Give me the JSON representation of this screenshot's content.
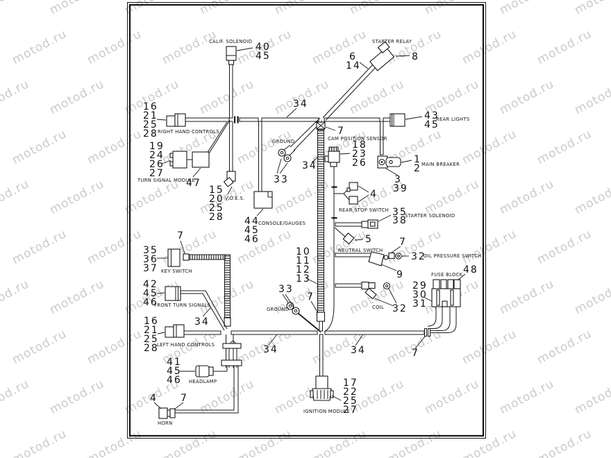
{
  "watermark": {
    "text": "motod.ru"
  },
  "colors": {
    "line": "#161616",
    "watermark": "#bdbdbd",
    "background": "#ffffff"
  },
  "labels": {
    "calif_solenoid": "CALIF. SOLENOID",
    "starter_relay": "STARTER RELAY",
    "right_hand_controls": "RIGHT HAND CONTROLS",
    "rear_lights": "REAR LIGHTS",
    "turn_signal_module": "TURN SIGNAL MODULE",
    "ground_top": "GROUND",
    "cam_position_sensor": "CAM POSITION SENSOR",
    "main_breaker": "MAIN BREAKER",
    "voes": "V.O.E.S.",
    "console_gauges": "CONSOLE/GAUGES",
    "rear_stop_switch": "REAR STOP SWITCH",
    "starter_solenoid": "STARTER SOLENOID",
    "neutral_switch": "NEUTRAL SWITCH",
    "oil_pressure_switch": "OIL PRESSURE SWITCH",
    "key_switch": "KEY SWITCH",
    "front_turn_signals": "FRONT TURN SIGNALS",
    "left_hand_controls": "LEFT HAND CONTROLS",
    "ground_bottom": "GROUND",
    "coil": "COIL",
    "fuse_block": "FUSE BLOCK",
    "headlamp": "HEADLAMP",
    "horn": "HORN",
    "ignition_module": "IGNITION MODULE"
  },
  "parts": {
    "calif_solenoid": [
      "40",
      "45"
    ],
    "starter_relay_wire": [
      "6",
      "14"
    ],
    "starter_relay": "8",
    "harness_top": "34",
    "rhc": [
      "16",
      "21",
      "25",
      "28"
    ],
    "rear_lights": [
      "43",
      "45"
    ],
    "junction_top": "7",
    "tsm": [
      "19",
      "24",
      "26",
      "27"
    ],
    "tsm_module": "47",
    "cam_sensor": [
      "18",
      "23",
      "26"
    ],
    "main_breaker_a": [
      "1",
      "2"
    ],
    "main_breaker_b": [
      "3",
      "39"
    ],
    "ground_top": "33",
    "ribbed_mid": "34",
    "voes": [
      "15",
      "20",
      "25",
      "28"
    ],
    "console": [
      "44",
      "45",
      "46"
    ],
    "rear_stop": "4",
    "starter_solenoid": [
      "35",
      "38"
    ],
    "neutral_conn": "5",
    "ribbed_ids": [
      "10",
      "11",
      "12",
      "13"
    ],
    "oil_conn": "7",
    "oil_switch": "32",
    "oil_boot": "9",
    "key_switch": [
      "35",
      "36",
      "37"
    ],
    "key_conn": "7",
    "fts": [
      "42",
      "45",
      "46"
    ],
    "fts_wire": "34",
    "lhc": [
      "16",
      "21",
      "25",
      "28"
    ],
    "ground_bottom": "33",
    "ribbed_bottom": "7",
    "coil": "32",
    "fuse_rows": [
      "29",
      "30",
      "31"
    ],
    "fuse_block": "48",
    "harness_bottom_left": "34",
    "harness_bottom_mid": "34",
    "harness_bottom_conn": "7",
    "headlamp": [
      "41",
      "45",
      "46"
    ],
    "horn": "4",
    "horn_conn": "7",
    "ignition": [
      "17",
      "22",
      "25",
      "27"
    ]
  }
}
